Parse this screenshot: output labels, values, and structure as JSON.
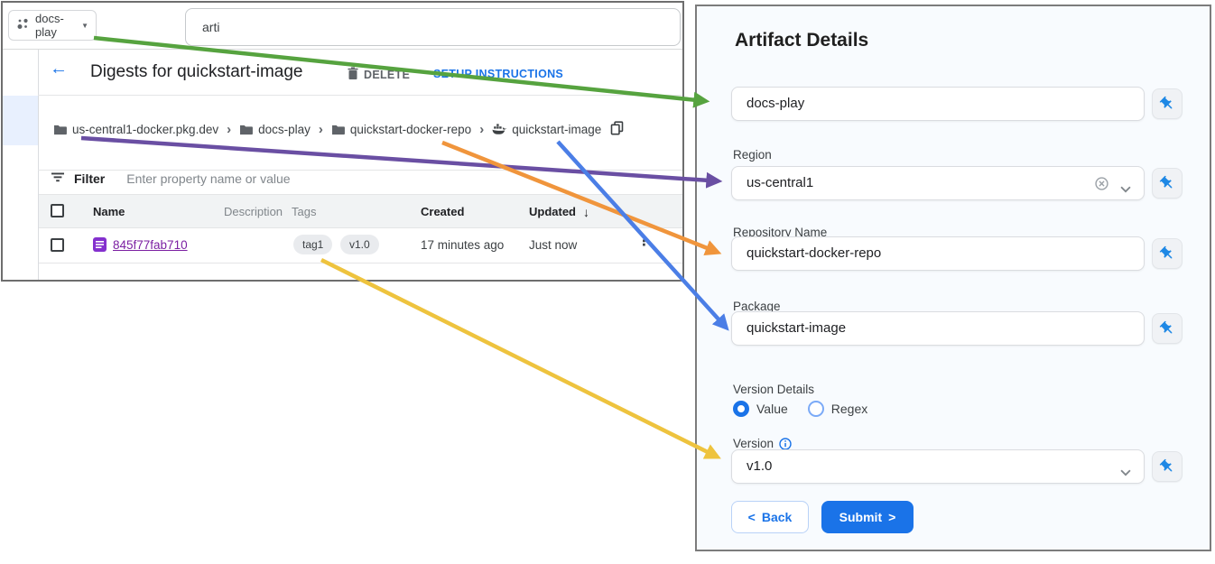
{
  "left_screenshot": {
    "topbar": {
      "project": "docs-play",
      "search_value": "arti"
    },
    "header": {
      "title": "Digests for quickstart-image",
      "delete_label": "DELETE",
      "setup_label": "SETUP INSTRUCTIONS"
    },
    "breadcrumb": {
      "items": [
        "us-central1-docker.pkg.dev",
        "docs-play",
        "quickstart-docker-repo",
        "quickstart-image"
      ]
    },
    "filter": {
      "label": "Filter",
      "placeholder": "Enter property name or value"
    },
    "table": {
      "headers": {
        "name": "Name",
        "description": "Description",
        "tags": "Tags",
        "created": "Created",
        "updated": "Updated"
      },
      "row": {
        "name": "845f77fab710",
        "tags": [
          "tag1",
          "v1.0"
        ],
        "created": "17 minutes ago",
        "updated": "Just now"
      }
    }
  },
  "form": {
    "title": "Artifact Details",
    "project": {
      "value": "docs-play"
    },
    "region": {
      "label": "Region",
      "value": "us-central1"
    },
    "repository": {
      "label": "Repository Name",
      "value": "quickstart-docker-repo"
    },
    "package": {
      "label": "Package",
      "value": "quickstart-image"
    },
    "version_details": {
      "label": "Version Details",
      "options": [
        "Value",
        "Regex"
      ],
      "selected": "Value"
    },
    "version": {
      "label": "Version",
      "value": "v1.0"
    },
    "actions": {
      "back": "Back",
      "submit": "Submit",
      "chevron_left": "<",
      "chevron_right": ">"
    }
  },
  "icons": {
    "back_arrow": "←",
    "caret_down": "▼",
    "sort_desc": "↓",
    "overflow_menu": "⋮",
    "breadcrumb_sep": "›"
  },
  "arrows": {
    "colors": {
      "green": "#56a33f",
      "purple": "#6a4fa3",
      "orange": "#f0953c",
      "blue": "#4b7ee6",
      "yellow": "#eec33e"
    }
  },
  "ui_colors": {
    "link_blue": "#1a73e8",
    "digest_purple": "#7b1fa2",
    "panel_bg": "#f8fbfe",
    "submit_blue": "#1a73e8",
    "pin_blue": "#1e88e5"
  }
}
